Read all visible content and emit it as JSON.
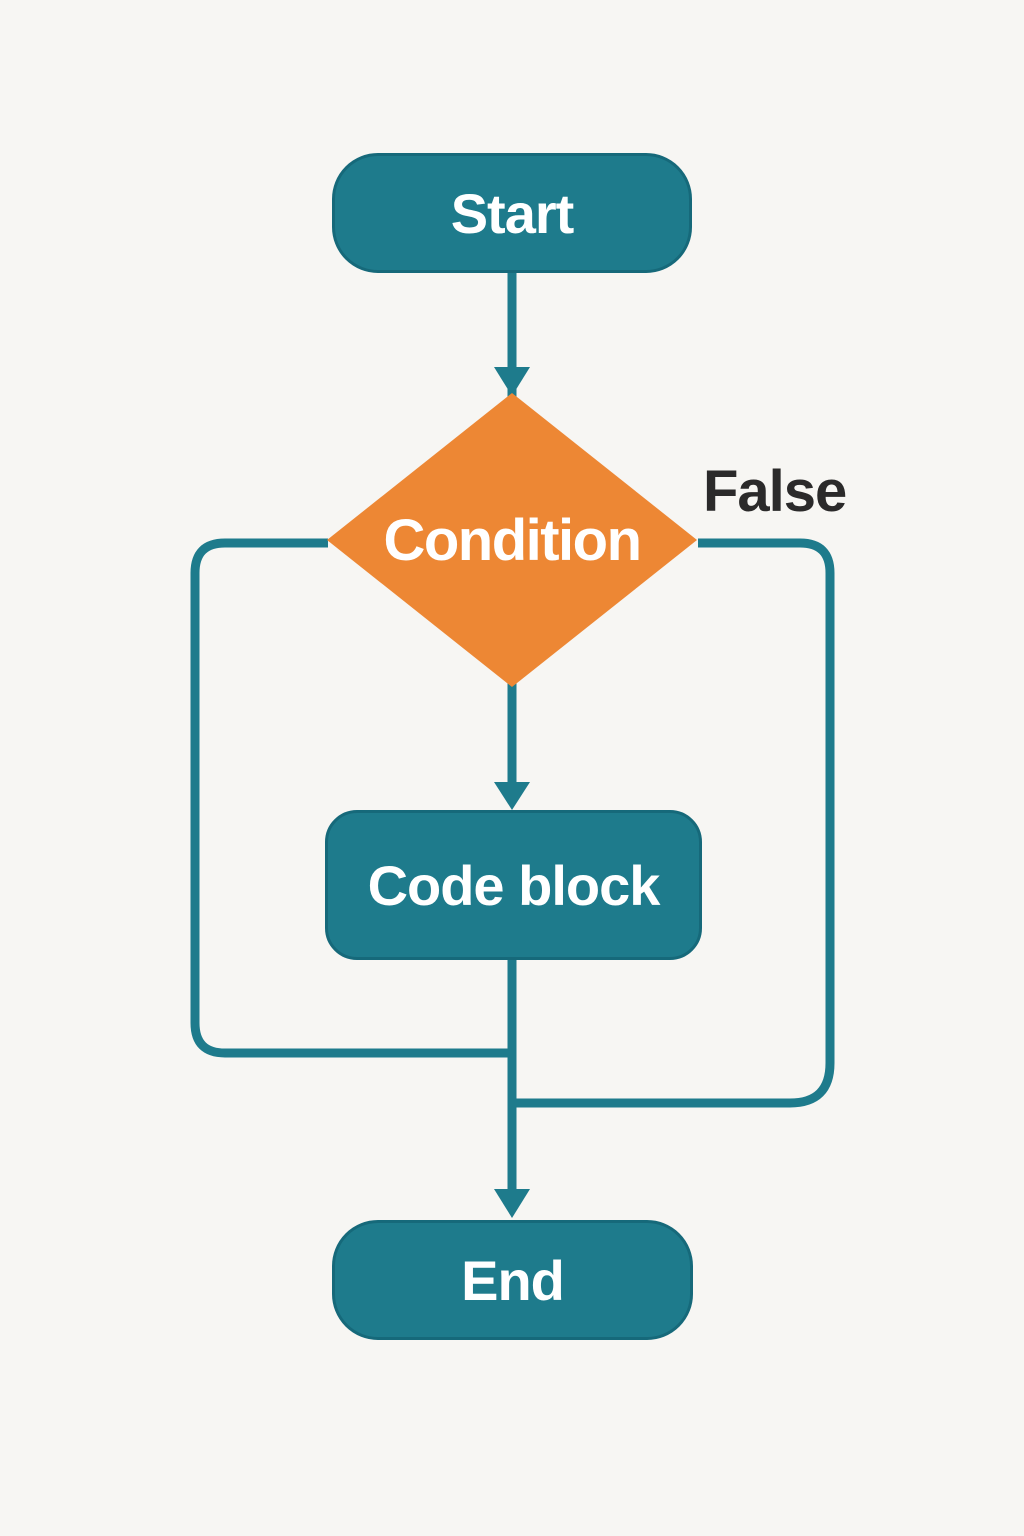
{
  "diagram": {
    "type": "flowchart",
    "background_color": "#f7f6f3",
    "colors": {
      "node_teal": "#1e7b8c",
      "node_orange": "#ed8734",
      "connector": "#1e7b8c",
      "node_label_text": "#ffffff",
      "edge_label_text": "#2b2a2a"
    }
  },
  "nodes": {
    "start": {
      "label": "Start",
      "type": "terminator"
    },
    "condition": {
      "label": "Condition",
      "type": "decision"
    },
    "code_block": {
      "label": "Code block",
      "type": "process"
    },
    "end": {
      "label": "End",
      "type": "terminator"
    }
  },
  "edges": {
    "false_label": "False",
    "list": [
      {
        "from": "start",
        "to": "condition",
        "label": ""
      },
      {
        "from": "condition",
        "to": "code_block",
        "label": ""
      },
      {
        "from": "code_block",
        "to": "condition",
        "label": "",
        "kind": "loop-back"
      },
      {
        "from": "condition",
        "to": "end",
        "label": "False",
        "kind": "false-branch"
      }
    ]
  }
}
